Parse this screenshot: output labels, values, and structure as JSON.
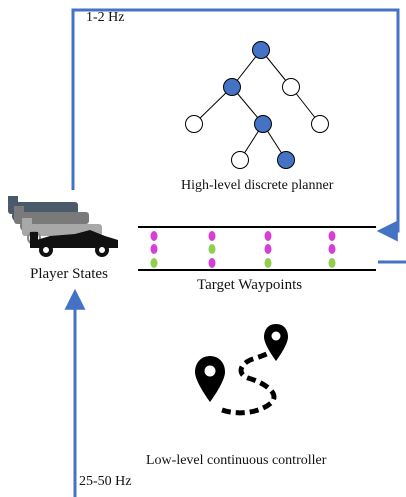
{
  "labels": {
    "planner_rate": "1-2 Hz",
    "planner": "High-level discrete planner",
    "player_states": "Player States",
    "target_waypoints": "Target Waypoints",
    "controller": "Low-level continuous controller",
    "controller_rate": "25-50 Hz"
  },
  "colors": {
    "arrow": "#4472c4",
    "tree_node_selected": "#4472c4",
    "tree_node_unselected": "#ffffff",
    "waypoint_magenta": "#d63fd6",
    "waypoint_green": "#8fd14f",
    "line": "#000000"
  },
  "tree": {
    "nodes": [
      {
        "id": "root",
        "selected": true
      },
      {
        "id": "l1",
        "selected": true
      },
      {
        "id": "r1",
        "selected": false
      },
      {
        "id": "l1-left",
        "selected": false
      },
      {
        "id": "l1-right",
        "selected": true
      },
      {
        "id": "r1-right",
        "selected": false
      },
      {
        "id": "leaf-left",
        "selected": false
      },
      {
        "id": "leaf-right",
        "selected": true
      }
    ]
  },
  "waypoints": {
    "columns": [
      [
        "magenta",
        "magenta",
        "green"
      ],
      [
        "magenta",
        "green",
        "magenta"
      ],
      [
        "magenta",
        "magenta",
        "green"
      ],
      [
        "magenta",
        "magenta",
        "green"
      ]
    ]
  },
  "icons": [
    "race-car-stack-icon",
    "map-pin-large-icon",
    "map-pin-small-icon"
  ]
}
